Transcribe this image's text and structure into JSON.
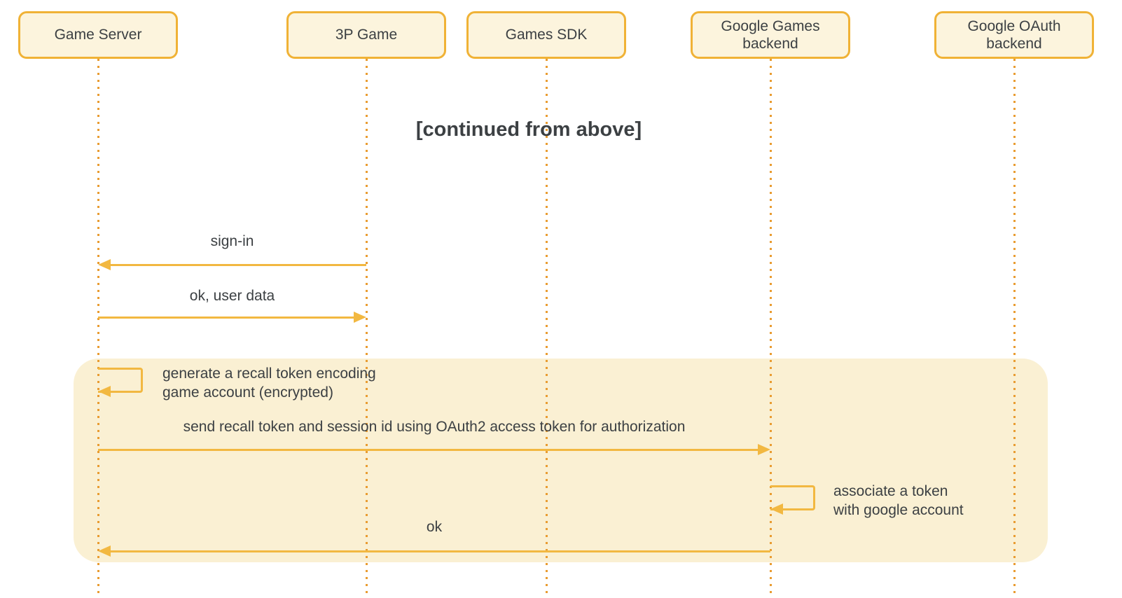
{
  "diagram": {
    "type": "sequence",
    "title": "[continued from above]",
    "actors": [
      {
        "id": "game-server",
        "label": "Game Server"
      },
      {
        "id": "3p-game",
        "label": "3P Game"
      },
      {
        "id": "games-sdk",
        "label": "Games SDK"
      },
      {
        "id": "google-games-backend",
        "label": "Google Games\nbackend"
      },
      {
        "id": "google-oauth-backend",
        "label": "Google OAuth\nbackend"
      }
    ],
    "messages": [
      {
        "label": "sign-in",
        "from": "3p-game",
        "to": "game-server",
        "type": "arrow"
      },
      {
        "label": "ok, user data",
        "from": "game-server",
        "to": "3p-game",
        "type": "arrow"
      },
      {
        "label": "generate a recall token encoding\ngame account (encrypted)",
        "from": "game-server",
        "to": "game-server",
        "type": "self"
      },
      {
        "label": "send recall token and session id using OAuth2 access token for authorization",
        "from": "game-server",
        "to": "google-games-backend",
        "type": "arrow"
      },
      {
        "label": "associate a token\nwith google account",
        "from": "google-games-backend",
        "to": "google-games-backend",
        "type": "self"
      },
      {
        "label": "ok",
        "from": "google-games-backend",
        "to": "game-server",
        "type": "arrow"
      }
    ],
    "highlight_region": {
      "note": "cream band grouping the recall-token exchange"
    },
    "colors": {
      "arrow": "#F2B841",
      "actor_border": "#F0B236",
      "actor_fill": "#FCF4DD",
      "lifeline": "#E99C31",
      "highlight_region": "#FAF0D3",
      "text": "#3C4043",
      "background": "#FFFFFF"
    }
  }
}
